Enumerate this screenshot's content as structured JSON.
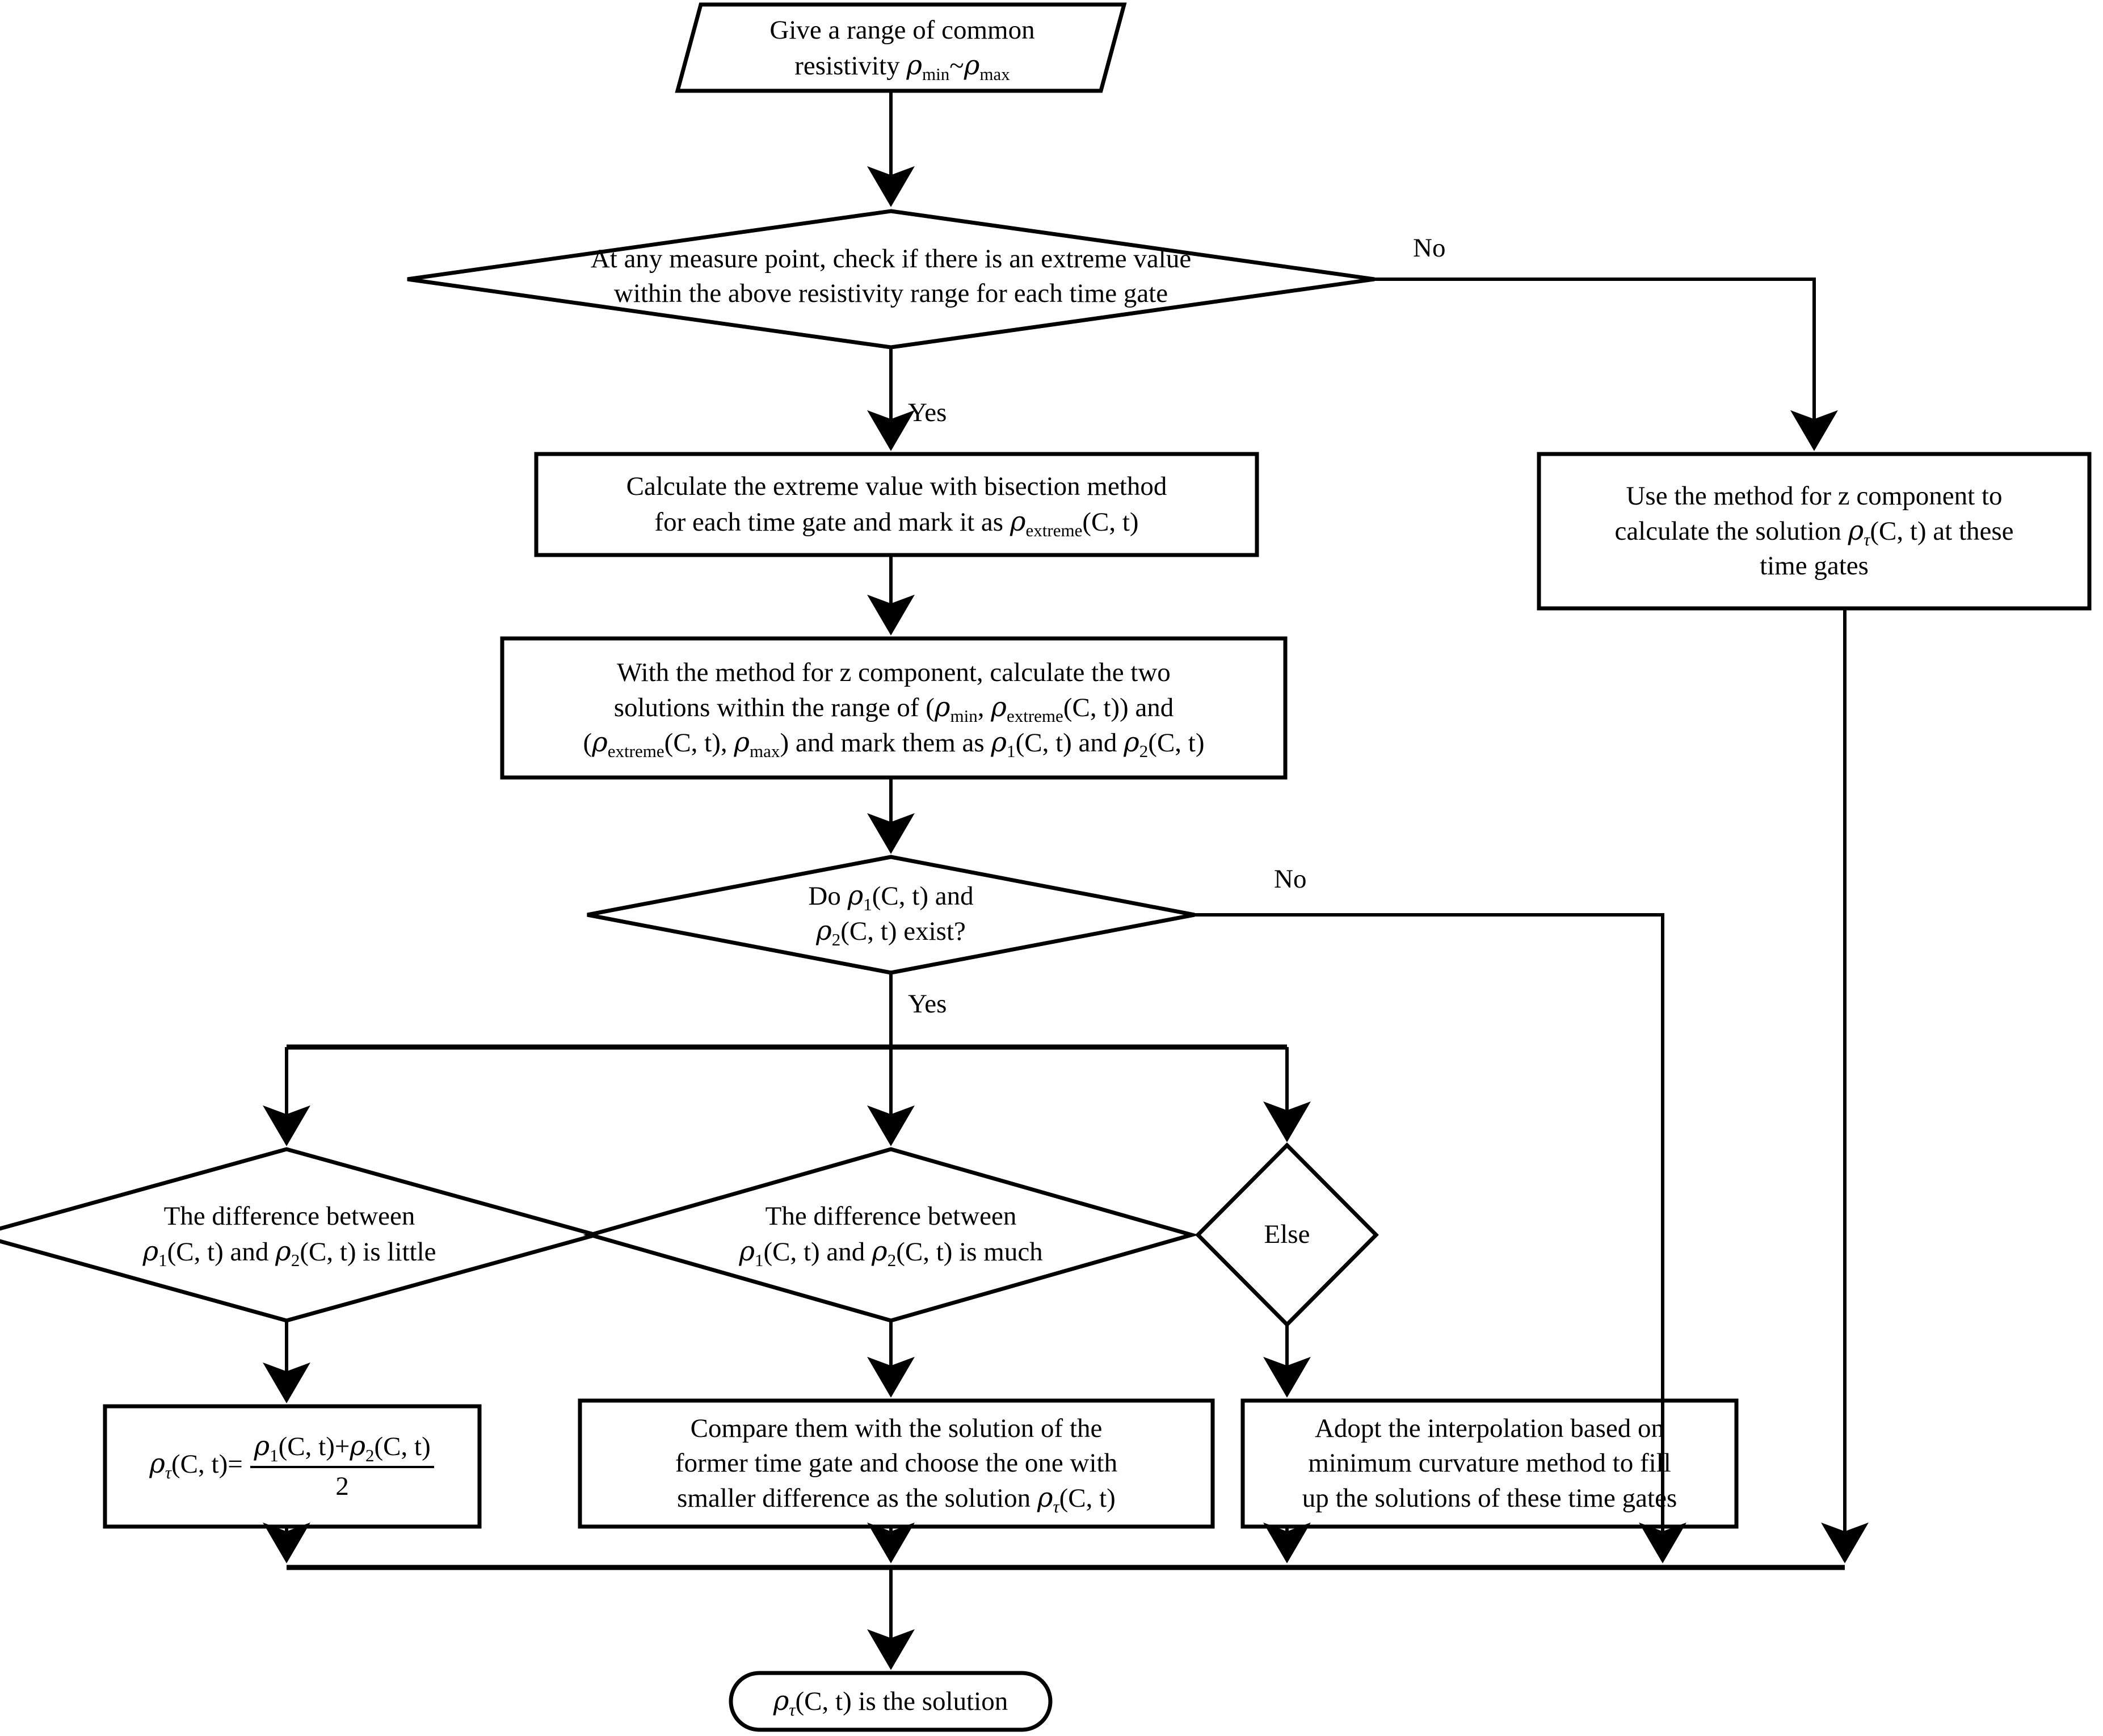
{
  "diagram": {
    "title": "Resistivity solution selection flowchart",
    "background": "#ffffff",
    "stroke_color": "#000000"
  },
  "nodes": {
    "start_input": {
      "shape": "parallelogram",
      "line1": "Give a range of common",
      "line2_prefix": "resistivity ",
      "line2_rho_min": "ρ",
      "line2_sub_min": "min",
      "line2_tilde": "~",
      "line2_rho_max": "ρ",
      "line2_sub_max": "max"
    },
    "decision_extreme": {
      "shape": "diamond",
      "line1": "At any measure point, check if there is an extreme value",
      "line2": "within the above resistivity range for each time gate"
    },
    "calc_extreme": {
      "shape": "rectangle",
      "line1": "Calculate the extreme value with bisection method",
      "line2_a": "for each time gate and mark it as ",
      "line2_rho": "ρ",
      "line2_sub": "extreme",
      "line2_b": "(C, t)"
    },
    "two_solutions": {
      "shape": "rectangle",
      "line1": "With the method for z component, calculate the two",
      "line2_a": "solutions within the range of (",
      "line2_rho_min": "ρ",
      "line2_sub_min": "min",
      "line2_b": ", ",
      "line2_rho_ext": "ρ",
      "line2_sub_ext": "extreme",
      "line2_c": "(C, t)) and",
      "line3_a": "(",
      "line3_rho_ext": "ρ",
      "line3_sub_ext": "extreme",
      "line3_b": "(C, t), ",
      "line3_rho_max": "ρ",
      "line3_sub_max": "max",
      "line3_c": ") and mark them as ",
      "line3_rho1": "ρ",
      "line3_sub1": "1",
      "line3_d": "(C, t) and ",
      "line3_rho2": "ρ",
      "line3_sub2": "2",
      "line3_e": "(C, t)"
    },
    "use_z_method": {
      "shape": "rectangle",
      "line1": "Use the method for z component to",
      "line2_a": "calculate the solution ",
      "line2_rho": "ρ",
      "line2_sub": "τ",
      "line2_b": "(C, t) at these",
      "line3": "time gates"
    },
    "decision_exist": {
      "shape": "diamond",
      "line1_a": "Do ",
      "line1_rho": "ρ",
      "line1_sub": "1",
      "line1_b": "(C, t) and",
      "line2_rho": "ρ",
      "line2_sub": "2",
      "line2_b": "(C, t) exist?"
    },
    "diff_little": {
      "shape": "diamond",
      "line1": "The difference between",
      "line2_rho1": "ρ",
      "line2_sub1": "1",
      "line2_a": "(C, t) and ",
      "line2_rho2": "ρ",
      "line2_sub2": "2",
      "line2_b": "(C, t) is little"
    },
    "diff_much": {
      "shape": "diamond",
      "line1": "The difference between",
      "line2_rho1": "ρ",
      "line2_sub1": "1",
      "line2_a": "(C, t) and ",
      "line2_rho2": "ρ",
      "line2_sub2": "2",
      "line2_b": "(C, t) is much"
    },
    "else_branch": {
      "shape": "diamond",
      "label": "Else"
    },
    "average_formula": {
      "shape": "rectangle",
      "lhs_rho": "ρ",
      "lhs_sub": "τ",
      "lhs_rest": "(C, t)=",
      "num_rho1": "ρ",
      "num_sub1": "1",
      "num_a": "(C, t)+",
      "num_rho2": "ρ",
      "num_sub2": "2",
      "num_b": "(C, t)",
      "den": "2"
    },
    "compare_former": {
      "shape": "rectangle",
      "line1": "Compare them with the solution of the",
      "line2": "former time gate and choose the one with",
      "line3_a": "smaller difference as the solution ",
      "line3_rho": "ρ",
      "line3_sub": "τ",
      "line3_b": "(C, t)"
    },
    "interpolation": {
      "shape": "rectangle",
      "line1": "Adopt the interpolation based on",
      "line2": "minimum curvature method to fill",
      "line3": "up the solutions of these time gates"
    },
    "end_terminal": {
      "shape": "stadium",
      "rho": "ρ",
      "sub": "τ",
      "rest": "(C, t) is the solution"
    }
  },
  "edge_labels": {
    "no_top": "No",
    "yes_top": "Yes",
    "no_mid": "No",
    "yes_mid": "Yes"
  }
}
